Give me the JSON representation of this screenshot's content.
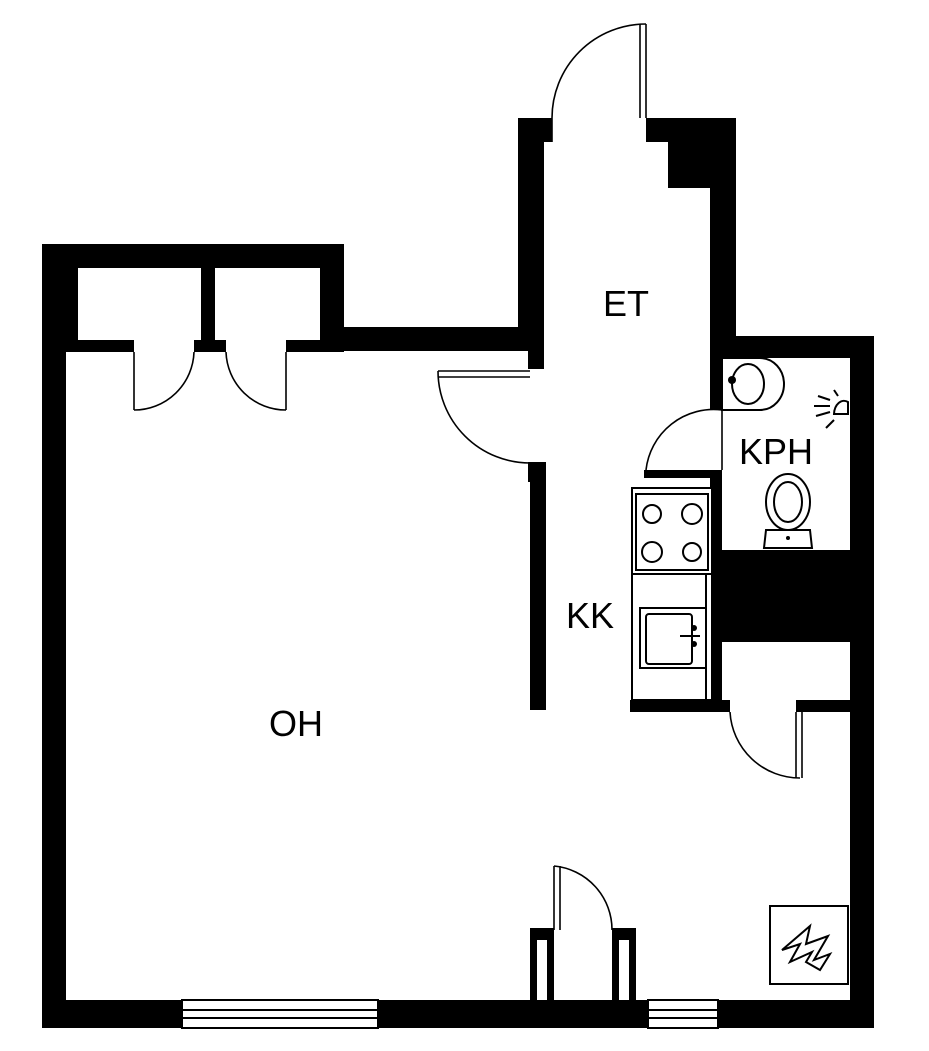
{
  "floorplan": {
    "rooms": {
      "oh": "OH",
      "et": "ET",
      "kk": "KK",
      "kph": "KPH"
    },
    "colors": {
      "wall": "#000000",
      "background": "#ffffff"
    },
    "icons": [
      "electrical-panel-icon",
      "stove-icon",
      "sink-icon",
      "washbasin-icon",
      "toilet-icon",
      "shower-icon",
      "window-icon"
    ]
  }
}
